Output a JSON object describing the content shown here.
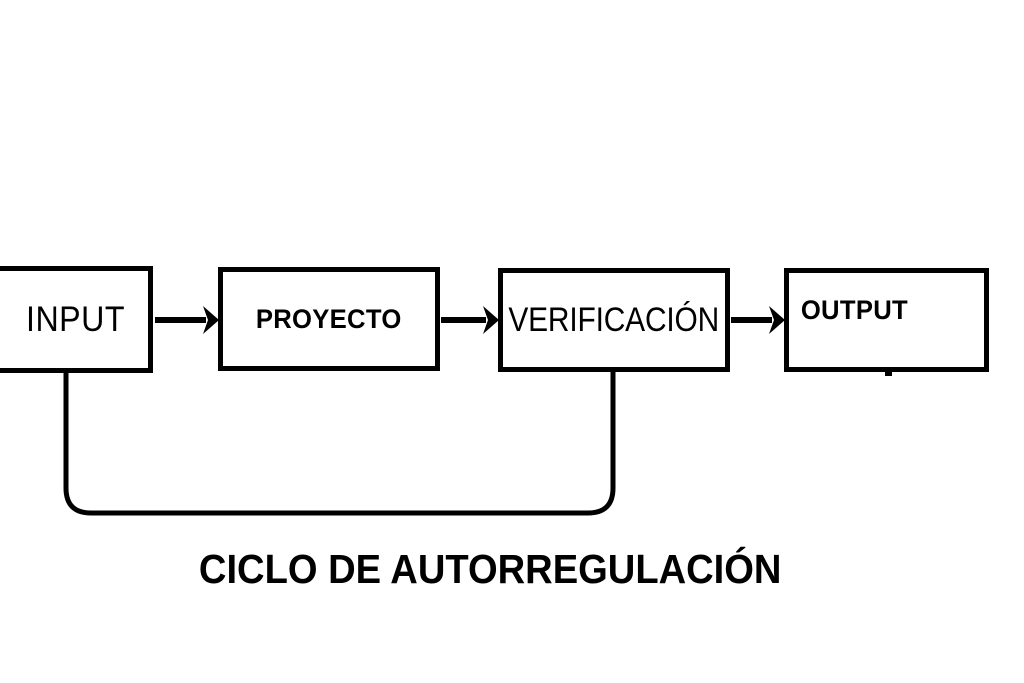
{
  "diagram": {
    "title": "CICLO DE AUTORREGULACIÓN",
    "background_color": "#FFFFFF",
    "line_color": "#000000",
    "nodes": [
      {
        "id": "input",
        "label": "INPUT"
      },
      {
        "id": "proyecto",
        "label": "PROYECTO"
      },
      {
        "id": "verificacion",
        "label": "VERIFICACIÓN"
      },
      {
        "id": "output",
        "label": "OUTPUT"
      }
    ],
    "connectors": [
      {
        "id": "arrow-input-proyecto",
        "from": "input",
        "to": "proyecto",
        "kind": "arrow"
      },
      {
        "id": "arrow-proyecto-verificacion",
        "from": "proyecto",
        "to": "verificacion",
        "kind": "arrow"
      },
      {
        "id": "arrow-verificacion-output",
        "from": "verificacion",
        "to": "output",
        "kind": "arrow"
      },
      {
        "id": "feedback-loop",
        "from": "verificacion",
        "to": "input",
        "kind": "loop"
      }
    ]
  }
}
